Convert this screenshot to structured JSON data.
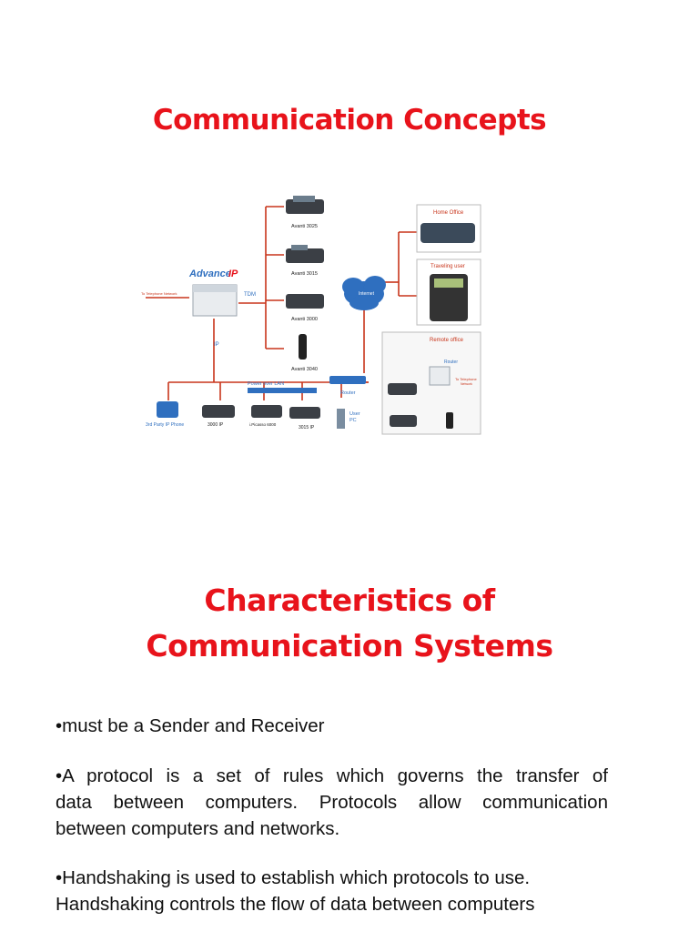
{
  "slide1": {
    "title": "Communication Concepts"
  },
  "diagram": {
    "advance": "Advance",
    "advance_ip": "IP",
    "to_telephone_network_left": "To Telephone Network",
    "tdm": "TDM",
    "ip": "IP",
    "phones": [
      "Avanti 3025",
      "Avanti 3015",
      "Avanti 3000",
      "Avanti 3040"
    ],
    "internet": "Internet",
    "router": "Router",
    "power_over_lan": "Power over LAN",
    "bottom_phones": [
      "3rd Party IP Phone",
      "3000 IP",
      "i.Picasso 6000",
      "3015 IP"
    ],
    "user_pc": [
      "User",
      "PC"
    ],
    "home_office": "Home Office",
    "traveling_user": "Traveling user",
    "remote_office": "Remote office",
    "router_remote": "Router",
    "to_telephone_network_right": [
      "To Telephone",
      "Network"
    ]
  },
  "slide2": {
    "title_line1": "Characteristics of",
    "title_line2": "Communication Systems",
    "bullets": {
      "b1": "•must be a Sender and  Receiver",
      "b2_l1": "•A protocol is a set of rules which governs the transfer of",
      "b2_l2": "data between computers. Protocols allow communication",
      "b2_l3": "between computers and networks.",
      "b3_l1": "•Handshaking is used to establish which protocols to use.",
      "b3_l2": "Handshaking controls the flow of data between computers"
    }
  },
  "colors": {
    "title_red": "#e8131b",
    "line_red": "#c8351b",
    "net_blue": "#2f6fbf"
  }
}
